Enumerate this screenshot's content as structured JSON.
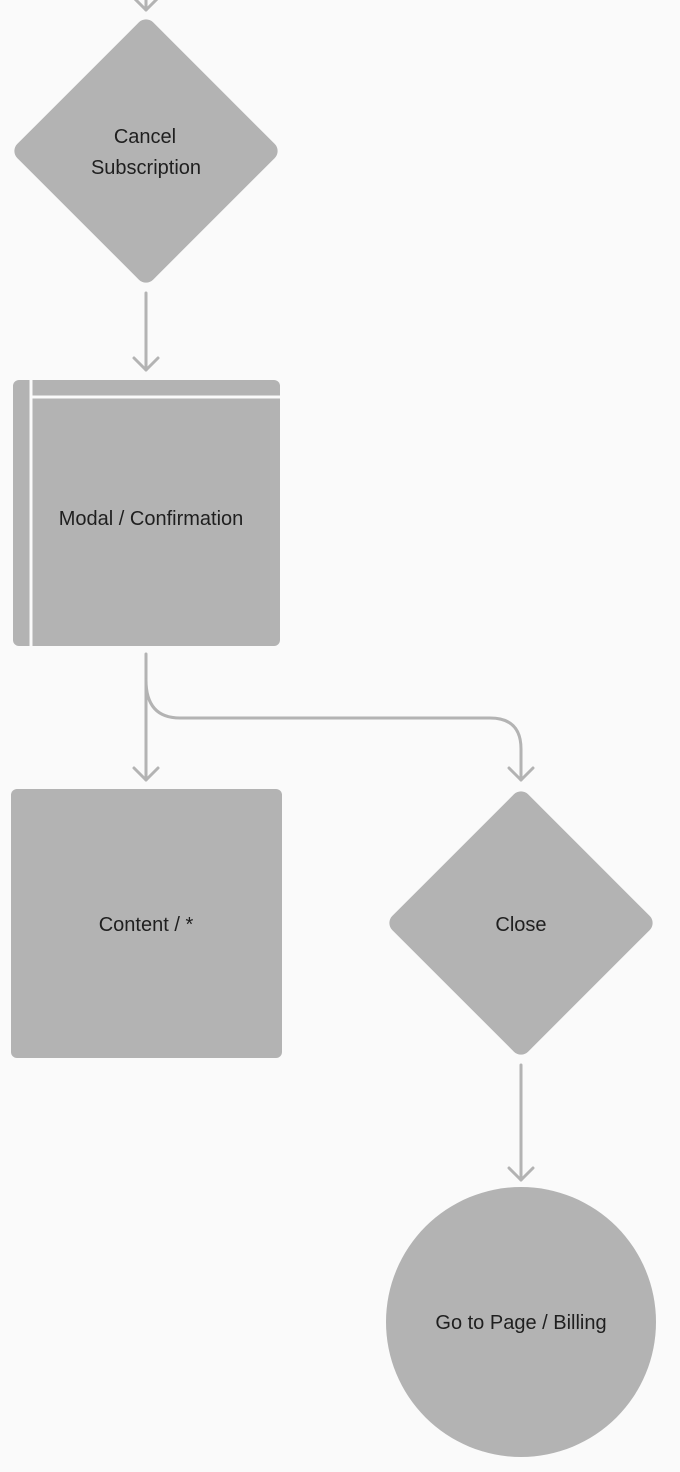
{
  "diagram": {
    "nodes": {
      "cancel_subscription": {
        "shape": "decision",
        "line1": "Cancel",
        "line2": "Subscription"
      },
      "modal_confirmation": {
        "shape": "modal",
        "label": "Modal / Confirmation"
      },
      "content": {
        "shape": "process",
        "label": "Content / *"
      },
      "close": {
        "shape": "decision",
        "label": "Close"
      },
      "go_to_page_billing": {
        "shape": "terminal",
        "label": "Go to Page / Billing"
      }
    },
    "edges": [
      {
        "from": "previous-step",
        "to": "cancel_subscription"
      },
      {
        "from": "cancel_subscription",
        "to": "modal_confirmation"
      },
      {
        "from": "modal_confirmation",
        "to": "content"
      },
      {
        "from": "modal_confirmation",
        "to": "close"
      },
      {
        "from": "close",
        "to": "go_to_page_billing"
      }
    ]
  },
  "colors": {
    "background": "#fafafa",
    "node_fill": "#b3b3b3",
    "connector": "#b3b3b3",
    "text": "#1f1f1f"
  }
}
